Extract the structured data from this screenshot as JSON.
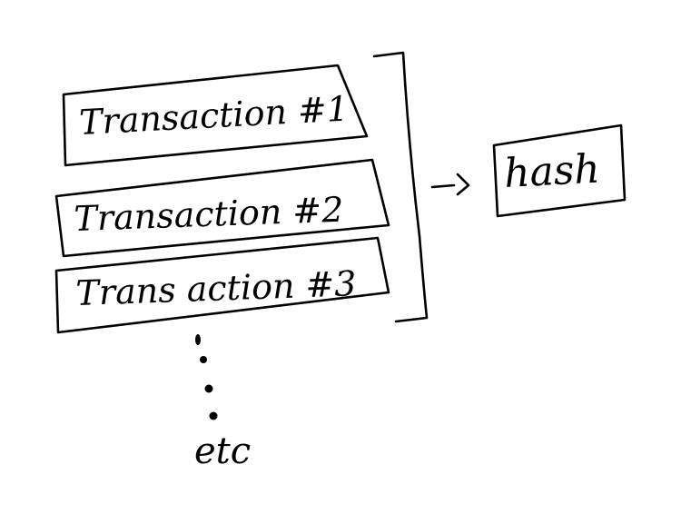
{
  "diagram": {
    "transactions": [
      {
        "label": "Transaction #1"
      },
      {
        "label": "Transaction #2"
      },
      {
        "label": "Trans action #3"
      }
    ],
    "continuation_label": "etc",
    "output_label": "hash"
  }
}
